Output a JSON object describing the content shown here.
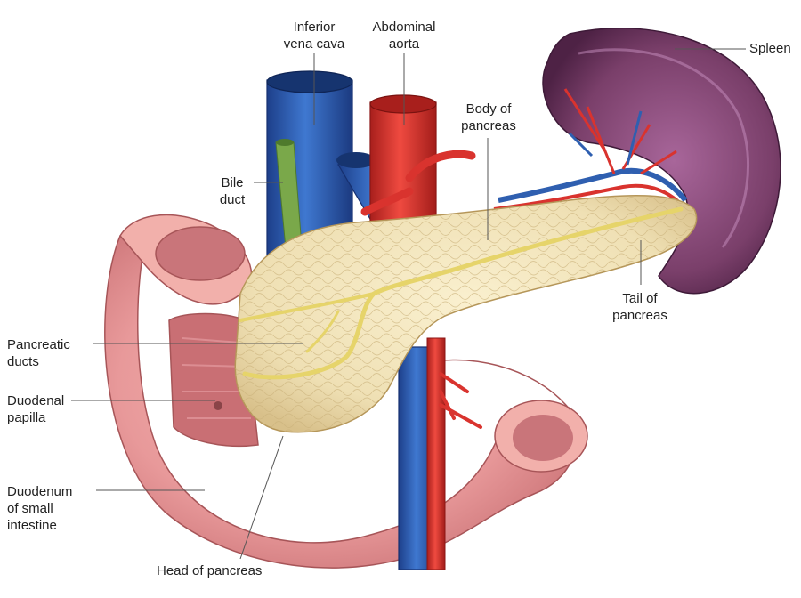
{
  "labels": {
    "ivc": [
      "Inferior",
      "vena cava"
    ],
    "aorta": [
      "Abdominal",
      "aorta"
    ],
    "spleen": [
      "Spleen"
    ],
    "body": [
      "Body of",
      "pancreas"
    ],
    "bile": [
      "Bile",
      "duct"
    ],
    "tail": [
      "Tail of",
      "pancreas"
    ],
    "ducts": [
      "Pancreatic",
      "ducts"
    ],
    "papilla": [
      "Duodenal",
      "papilla"
    ],
    "duodenum": [
      "Duodenum",
      "of small",
      "intestine"
    ],
    "head": [
      "Head of pancreas"
    ]
  },
  "colors": {
    "vein": "#2f5fb0",
    "artery": "#d9332e",
    "bile": "#7aa84a",
    "pancreas": "#efe0b4",
    "duodenum": "#e8999a",
    "spleen": "#7a3f6a",
    "duct": "#e6d46a"
  }
}
